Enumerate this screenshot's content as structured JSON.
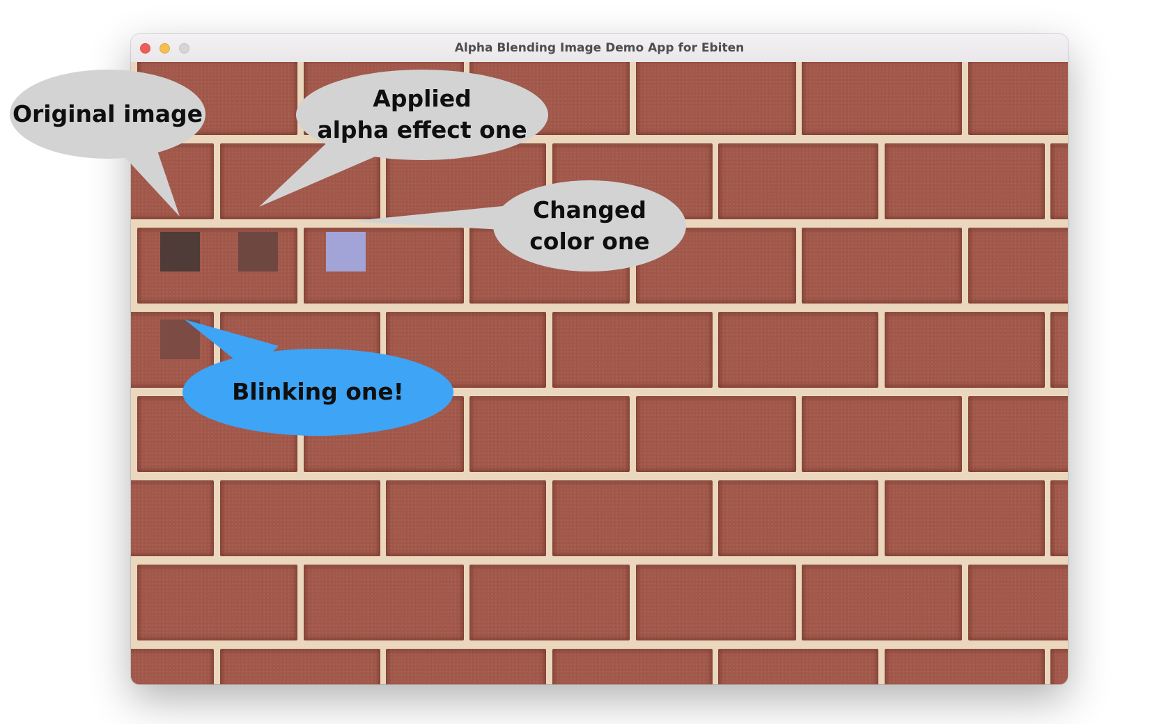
{
  "window": {
    "title": "Alpha Blending Image Demo App for Ebiten"
  },
  "callouts": {
    "original": "Original image",
    "applied": "Applied\nalpha effect one",
    "changed": "Changed\ncolor one",
    "blinking": "Blinking one!"
  },
  "colors": {
    "brick": "#a2584a",
    "mortar": "#ead7bd",
    "gray_bubble": "#d3d3d3",
    "blue_bubble": "#3ea4f6",
    "original_square": "#4f3b37",
    "alpha_square": "#6f4741",
    "changed_square": "#a2a4d8",
    "blinking_square": "#7c4b43"
  },
  "icons": [
    "close-icon",
    "minimize-icon",
    "zoom-icon"
  ]
}
